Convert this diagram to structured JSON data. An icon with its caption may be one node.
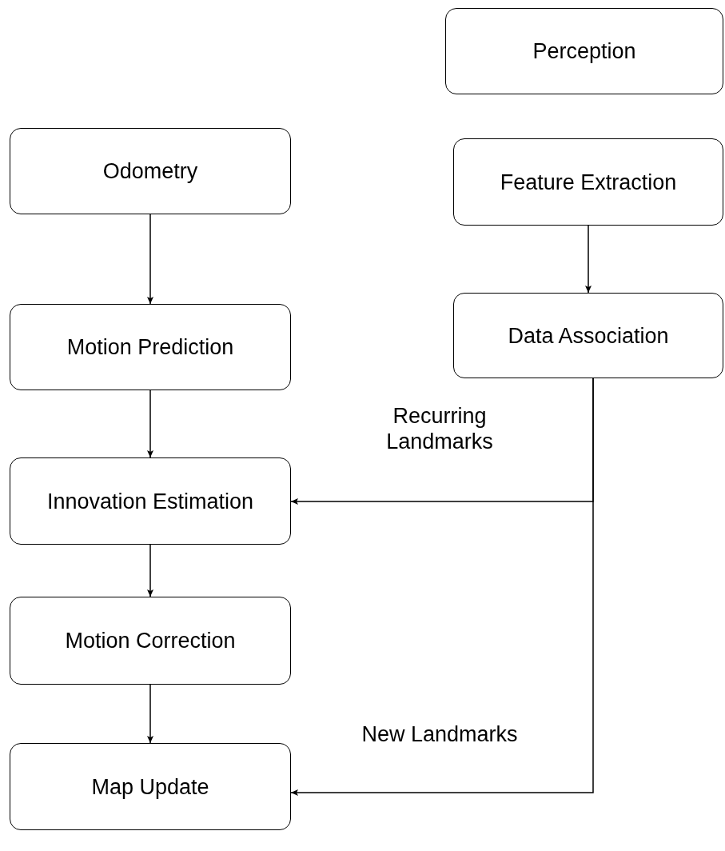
{
  "diagram": {
    "nodes": [
      {
        "text": [
          "Perception"
        ]
      },
      {
        "text": [
          "Odometry"
        ]
      },
      {
        "text": [
          "Feature Extraction"
        ]
      },
      {
        "text": [
          "Motion Prediction"
        ]
      },
      {
        "text": [
          "Data Association"
        ]
      },
      {
        "text": [
          "Innovation Estimation"
        ]
      },
      {
        "text": [
          "Motion Correction"
        ]
      },
      {
        "text": [
          "Map Update"
        ]
      }
    ],
    "edges": [
      {
        "from": 1,
        "to": 3,
        "arrow": "to"
      },
      {
        "from": 2,
        "to": 4,
        "arrow": "to"
      },
      {
        "from": 3,
        "to": 5,
        "arrow": "to"
      },
      {
        "from": 5,
        "to": 6,
        "arrow": "to"
      },
      {
        "from": 6,
        "to": 7,
        "arrow": "to"
      },
      {
        "from": 4,
        "to": 5,
        "arrow": "to",
        "label": "Recurring Landmarks"
      },
      {
        "from": 4,
        "to": 7,
        "arrow": "to",
        "label": "New Landmarks"
      }
    ]
  }
}
